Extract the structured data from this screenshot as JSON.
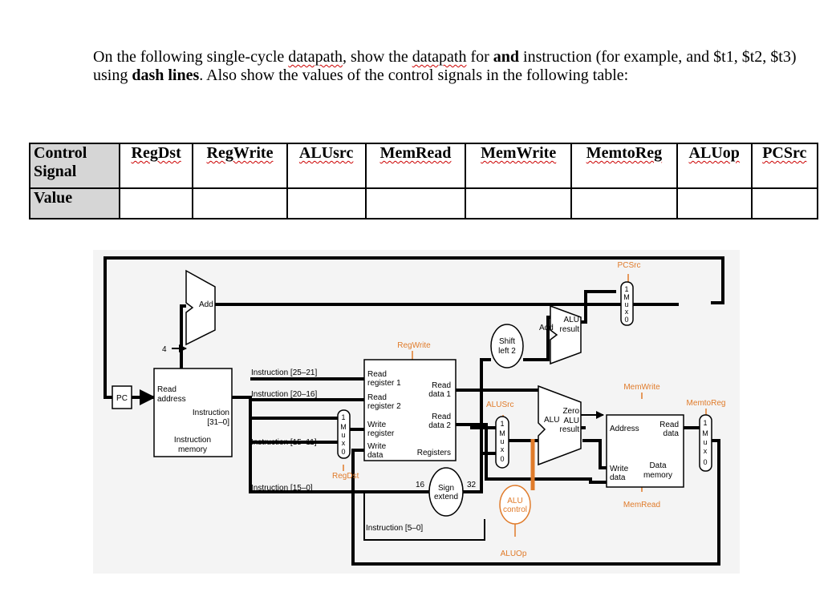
{
  "question": {
    "p1": "On the following single-cycle ",
    "w1": "datapath",
    "p2": ", show the ",
    "w2": "datapath",
    "p3": " for ",
    "b1": "and",
    "p4": " instruction (for example, and $t1, $t2, $t3) using ",
    "b2": "dash lines",
    "p5": ". Also show the values of the control signals in the following table:"
  },
  "table": {
    "row1_header": [
      "Control",
      "Signal"
    ],
    "row2_header": "Value",
    "columns": [
      "RegDst",
      "RegWrite",
      "ALUsrc",
      "MemRead",
      "MemWrite",
      "MemtoReg",
      "ALUop",
      "PCSrc"
    ],
    "values": [
      "",
      "",
      "",
      "",
      "",
      "",
      "",
      ""
    ]
  },
  "diagram": {
    "pc": "PC",
    "add": "Add",
    "four": "4",
    "imem": {
      "read": "Read",
      "address": "address",
      "instr": "Instruction",
      "bits": "[31–0]",
      "name1": "Instruction",
      "name2": "memory"
    },
    "fields": {
      "f1": "Instruction [25–21]",
      "f2": "Instruction [20–16]",
      "f3": "Instruction [15–11]",
      "f4": "Instruction [15–0]",
      "f5": "Instruction [5–0]"
    },
    "reg": {
      "rr1a": "Read",
      "rr1b": "register 1",
      "rr2a": "Read",
      "rr2b": "register 2",
      "wra": "Write",
      "wrb": "register",
      "wda": "Write",
      "wdb": "data",
      "rd1a": "Read",
      "rd1b": "data 1",
      "rd2a": "Read",
      "rd2b": "data 2",
      "name": "Registers"
    },
    "mux": {
      "m1": "M",
      "m2": "u",
      "m3": "x",
      "one": "1",
      "zero": "0"
    },
    "shift": {
      "a": "Shift",
      "b": "left 2"
    },
    "alu_add": {
      "add": "Add",
      "alu": "ALU",
      "result": "result"
    },
    "sign": {
      "a": "Sign",
      "b": "extend",
      "n16": "16",
      "n32": "32"
    },
    "alu": {
      "label": "ALU",
      "zero": "Zero",
      "alu2": "ALU",
      "result": "result"
    },
    "aluctl": {
      "a": "ALU",
      "b": "control"
    },
    "dmem": {
      "address": "Address",
      "rda": "Read",
      "rdb": "data",
      "wda": "Write",
      "wdb": "data",
      "name1": "Data",
      "name2": "memory"
    },
    "signals": {
      "pcsrc": "PCSrc",
      "regwrite": "RegWrite",
      "alusrc": "ALUSrc",
      "memwrite": "MemWrite",
      "memtoreg": "MemtoReg",
      "regdst": "RegDst",
      "memread": "MemRead",
      "aluop": "ALUOp"
    }
  },
  "colors": {
    "control": "#e07b2a",
    "wavy": "#cc0000",
    "header_bg": "#d6d6d6",
    "diagram_bg": "#f4f4f4"
  }
}
